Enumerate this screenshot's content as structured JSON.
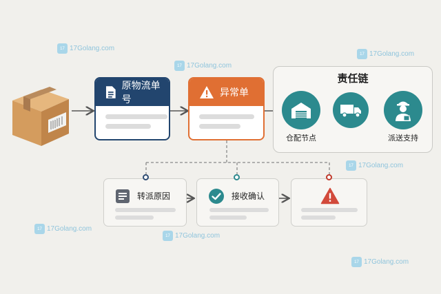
{
  "watermark": "17Golang.com",
  "cards": {
    "logistics_no": {
      "title": "原物流单号",
      "color": "#22456e"
    },
    "exception": {
      "title": "异常单",
      "color": "#e06f33"
    }
  },
  "chain": {
    "title": "责任链",
    "nodes": [
      {
        "label": "仓配节点",
        "icon": "warehouse-icon"
      },
      {
        "label": "",
        "icon": "truck-icon"
      },
      {
        "label": "派送支持",
        "icon": "courier-icon"
      }
    ],
    "color": "#2c8a8e"
  },
  "bottom": [
    {
      "title": "转派原因",
      "icon": "document-icon",
      "pin_color": "#2e4c72"
    },
    {
      "title": "接收确认",
      "icon": "check-icon",
      "pin_color": "#2c8a8e"
    },
    {
      "title": "",
      "icon": "warning-icon",
      "pin_color": "#c0392b"
    }
  ]
}
